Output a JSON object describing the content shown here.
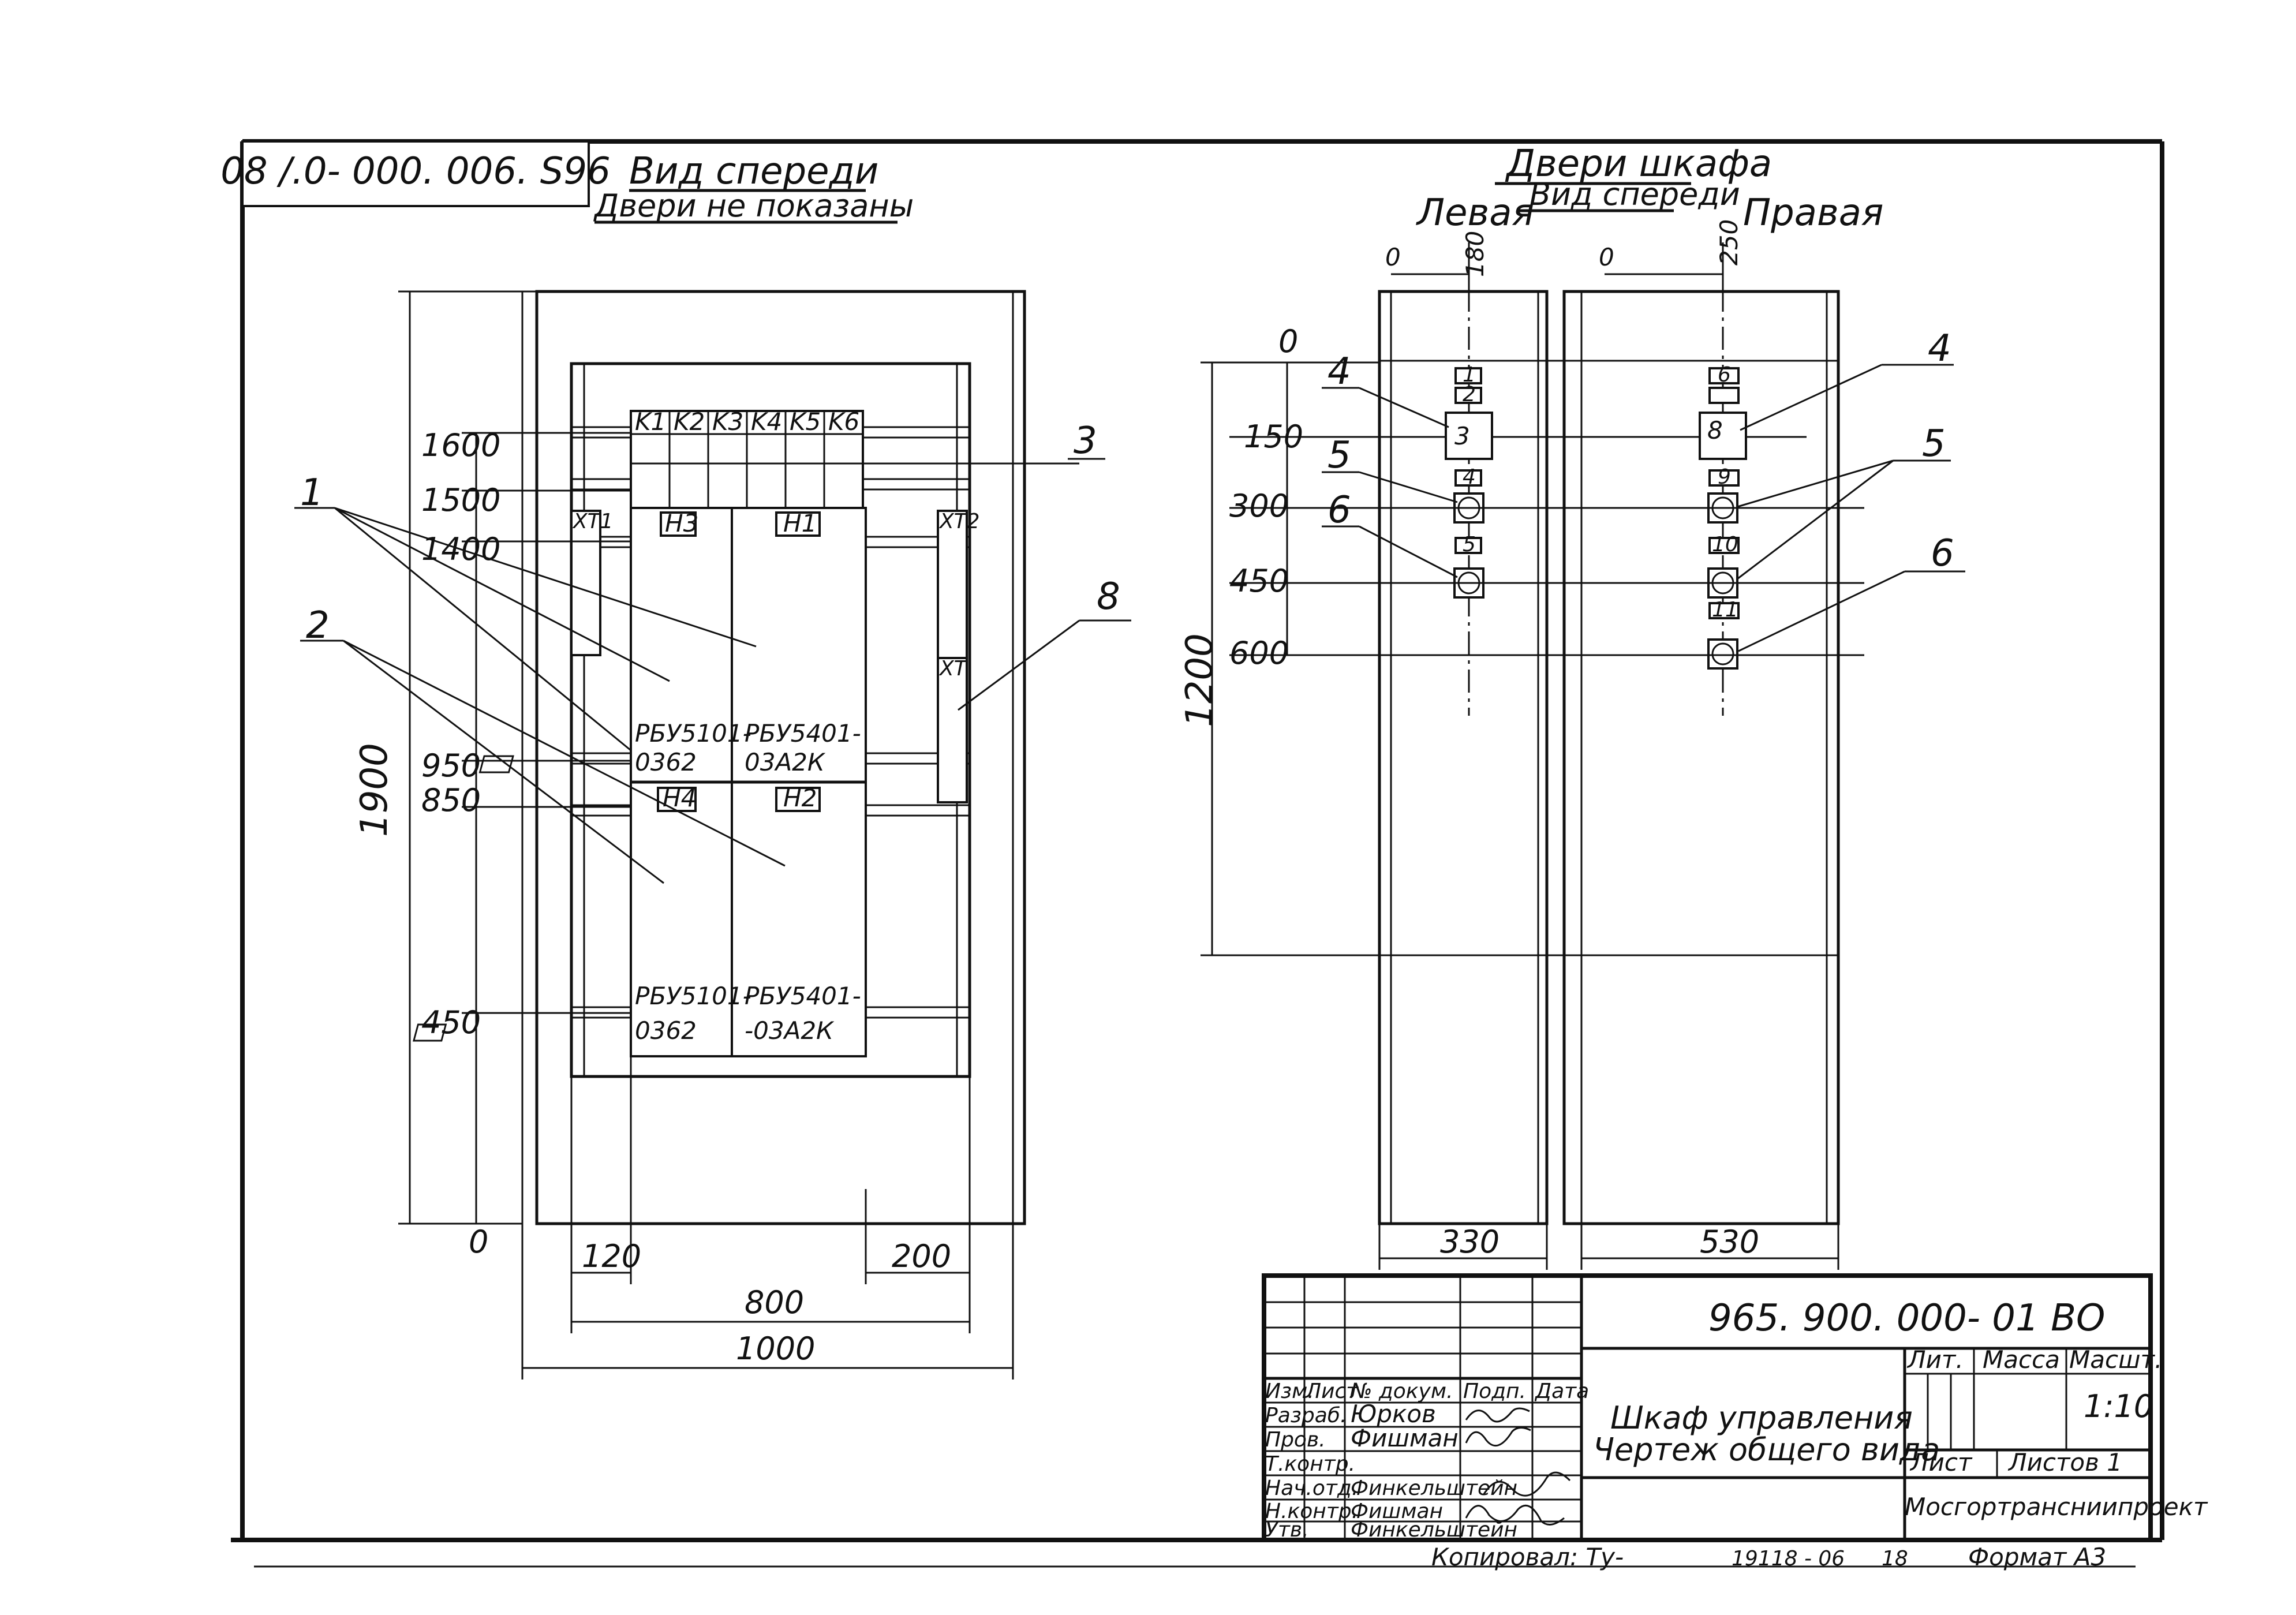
{
  "drawing": {
    "code_rotated": "08 /.0- 000. 006. S96",
    "front_view_title": "Вид спереди",
    "front_view_subtitle": "Двери не показаны",
    "doors_title": "Двери шкафа",
    "doors_subtitle": "Вид спереди",
    "left_label": "Левая",
    "right_label": "Правая"
  },
  "front_view": {
    "height_overall": "1900",
    "levels": [
      "1600",
      "1500",
      "1400",
      "950",
      "850",
      "450"
    ],
    "zero": "0",
    "width_inner": "800",
    "width_outer": "1000",
    "offset_left": "120",
    "offset_right": "200",
    "contactors": [
      "K1",
      "K2",
      "K3",
      "K4",
      "K5",
      "K6"
    ],
    "terminals": [
      "XT1",
      "XT2",
      "XT"
    ],
    "box_tags": [
      "H3",
      "H1",
      "H4",
      "H2"
    ],
    "blocks": [
      {
        "line1": "РБУ5101-",
        "line2": "0362"
      },
      {
        "line1": "РБУ5401-",
        "line2": "03А2К"
      },
      {
        "line1": "РБУ5101-",
        "line2": "0362"
      },
      {
        "line1": "РБУ5401-",
        "line2": "-03А2К"
      }
    ],
    "callouts": [
      "1",
      "2",
      "3",
      "8"
    ]
  },
  "doors_view": {
    "left_zero": "0",
    "left_offset": "180",
    "right_zero": "0",
    "right_offset": "250",
    "levels": [
      "0",
      "150",
      "300",
      "450",
      "600"
    ],
    "height": "1200",
    "left_width": "330",
    "right_width": "530",
    "left_items": [
      "1",
      "2",
      "3",
      "4",
      "5"
    ],
    "right_items": [
      "6",
      "8",
      "9",
      "10",
      "11"
    ],
    "callouts": [
      "4",
      "5",
      "6",
      "4",
      "5",
      "6"
    ]
  },
  "title_block": {
    "doc_number": "965. 900. 000- 01 ВО",
    "title_line1": "Шкаф управления",
    "title_line2": "Чертеж общего вида",
    "col_headers": [
      "Изм.",
      "Лист",
      "№ докум.",
      "Подп.",
      "Дата"
    ],
    "roles": [
      "Разраб.",
      "Пров.",
      "Т.контр.",
      "Нач.отд.",
      "Н.контр.",
      "Утв."
    ],
    "names": [
      "Юрков",
      "Фишман",
      "",
      "Финкельштейн",
      "Фишман",
      "Финкельштейн"
    ],
    "lit_label": "Лит.",
    "mass_label": "Масса",
    "scale_label": "Масшт.",
    "scale_value": "1:10",
    "sheet_label": "Лист",
    "sheets_label": "Листов 1",
    "organization": "Мосгортрансниипроект",
    "copied_by": "Копировал: Ту-",
    "inventory": "19118 - 06",
    "inventory_page": "18",
    "format": "Формат А3"
  }
}
